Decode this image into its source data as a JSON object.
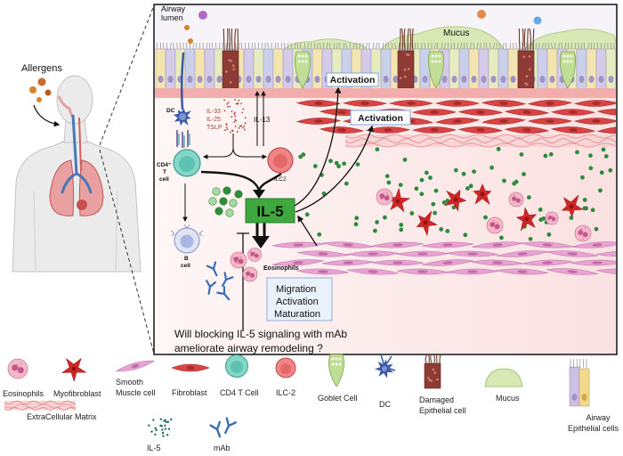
{
  "figure": {
    "allergens": "Allergens",
    "airway_lumen": [
      "Airway",
      "lumen"
    ],
    "mucus": "Mucus",
    "activation_top": "Activation",
    "activation_mid": "Activation",
    "dc": "DC",
    "cytokines": [
      "IL-33",
      "IL-25",
      "TSLP"
    ],
    "il13": "IL-13",
    "cd4_t_cell": [
      "CD4⁺",
      "T",
      "cell"
    ],
    "ilc2": "ILC2",
    "il5": "IL-5",
    "b_cell": [
      "B",
      "cell"
    ],
    "eosinophils": "Eosinophils",
    "effects": [
      "Migration",
      "Activation",
      "Maturation"
    ],
    "question": [
      "Will blocking IL-5 signaling with mAb",
      "ameliorate airway remodeling ?"
    ]
  },
  "legend": [
    {
      "label": [
        "Eosinophils"
      ],
      "icon": "eosinophil-icon"
    },
    {
      "label": [
        "Myofibroblast"
      ],
      "icon": "myofibroblast-icon"
    },
    {
      "label": [
        "Smooth",
        "Muscle cell"
      ],
      "icon": "smooth-muscle-cell-icon"
    },
    {
      "label": [
        "Fibroblast"
      ],
      "icon": "fibroblast-icon"
    },
    {
      "label": [
        "CD4 T Cell"
      ],
      "icon": "cd4-t-cell-icon"
    },
    {
      "label": [
        "ILC-2"
      ],
      "icon": "ilc2-icon"
    },
    {
      "label": [
        "Goblet Cell"
      ],
      "icon": "goblet-cell-icon"
    },
    {
      "label": [
        "DC"
      ],
      "icon": "dendritic-cell-icon"
    },
    {
      "label": [
        "Damaged",
        "Epithelial cell"
      ],
      "icon": "damaged-epithelial-cell-icon"
    },
    {
      "label": [
        "Mucus"
      ],
      "icon": "mucus-icon"
    },
    {
      "label": [
        "Airway",
        "Epithelial cells"
      ],
      "icon": "airway-epithelial-cells-icon"
    },
    {
      "label": [
        "ExtraCellular Matrix"
      ],
      "icon": "extracellular-matrix-icon"
    },
    {
      "label": [
        "IL-5"
      ],
      "icon": "il5-icon"
    },
    {
      "label": [
        "mAb"
      ],
      "icon": "mab-icon"
    }
  ],
  "colors": {
    "il5_box": "#3ea83e",
    "il5_particle": "#2e8b3e",
    "il5_particle_light": "#a8d8a2",
    "fibroblast": "#d94545",
    "myofibroblast": "#d32626",
    "smooth_muscle": "#e7a3d2",
    "eosinophil": "#f3b9c9",
    "eosinophil_nucleus": "#c4578a",
    "cd4_t_cell": "#86d6c8",
    "ilc2": "#ef8585",
    "dc": "#3b58a6",
    "goblet": "#c1de96",
    "mucus": "#d9e9b6",
    "mab": "#3a6fb5",
    "damaged_epithelium": "#8f3b35",
    "basement_band": "#f2adad"
  }
}
